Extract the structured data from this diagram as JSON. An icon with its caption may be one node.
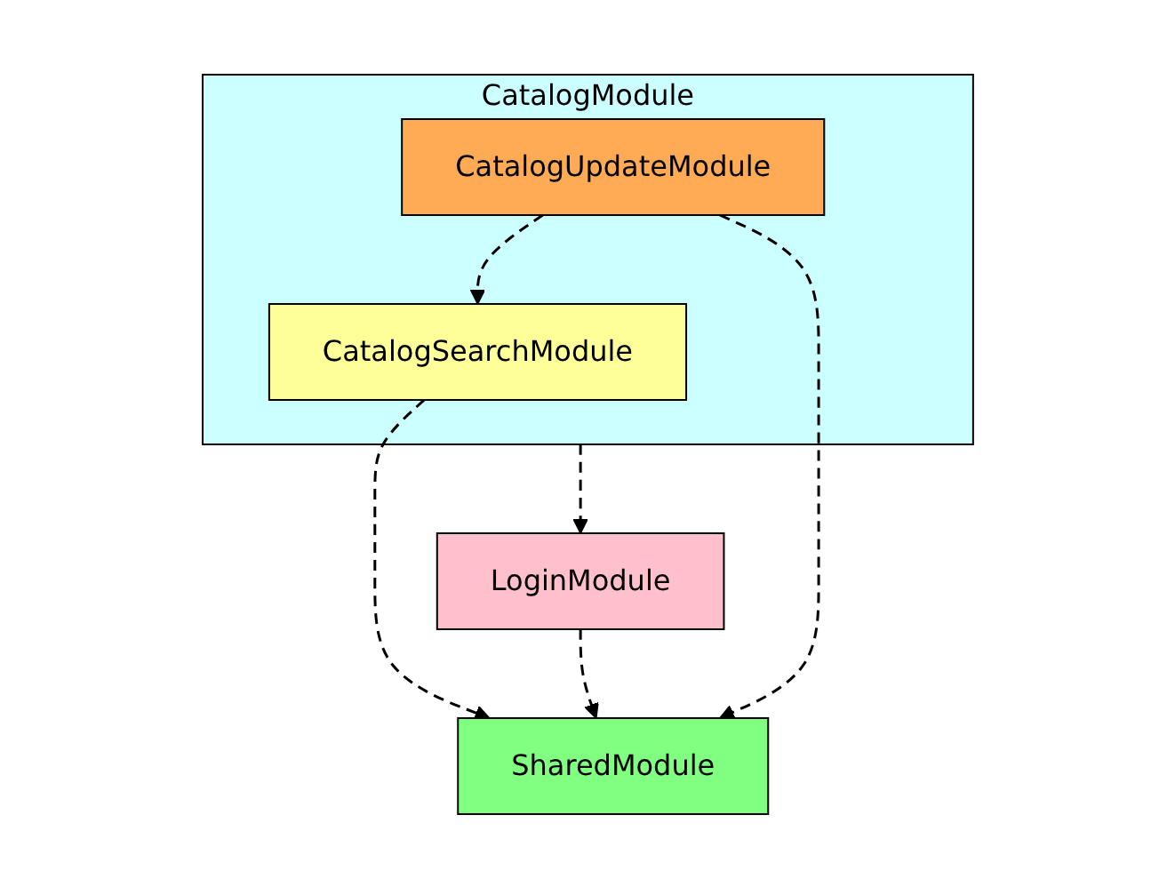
{
  "diagram": {
    "nodes": [
      {
        "text": [
          "CatalogModule"
        ]
      },
      {
        "text": [
          "CatalogSearchModule"
        ],
        "in": 0
      },
      {
        "text": [
          "CatalogUpdateModule"
        ],
        "in": 0
      },
      {
        "text": [
          "LoginModule"
        ]
      },
      {
        "text": [
          "SharedModule"
        ]
      }
    ],
    "edges": [
      {
        "from": 2,
        "to": 1,
        "arrow": "to",
        "style": "dashed"
      },
      {
        "from": 0,
        "to": 3,
        "arrow": "to",
        "style": "dashed"
      },
      {
        "from": 1,
        "to": 4,
        "arrow": "to",
        "style": "dashed"
      },
      {
        "from": 2,
        "to": 4,
        "arrow": "to",
        "style": "dashed"
      },
      {
        "from": 3,
        "to": 4,
        "arrow": "to",
        "style": "dashed"
      }
    ]
  }
}
